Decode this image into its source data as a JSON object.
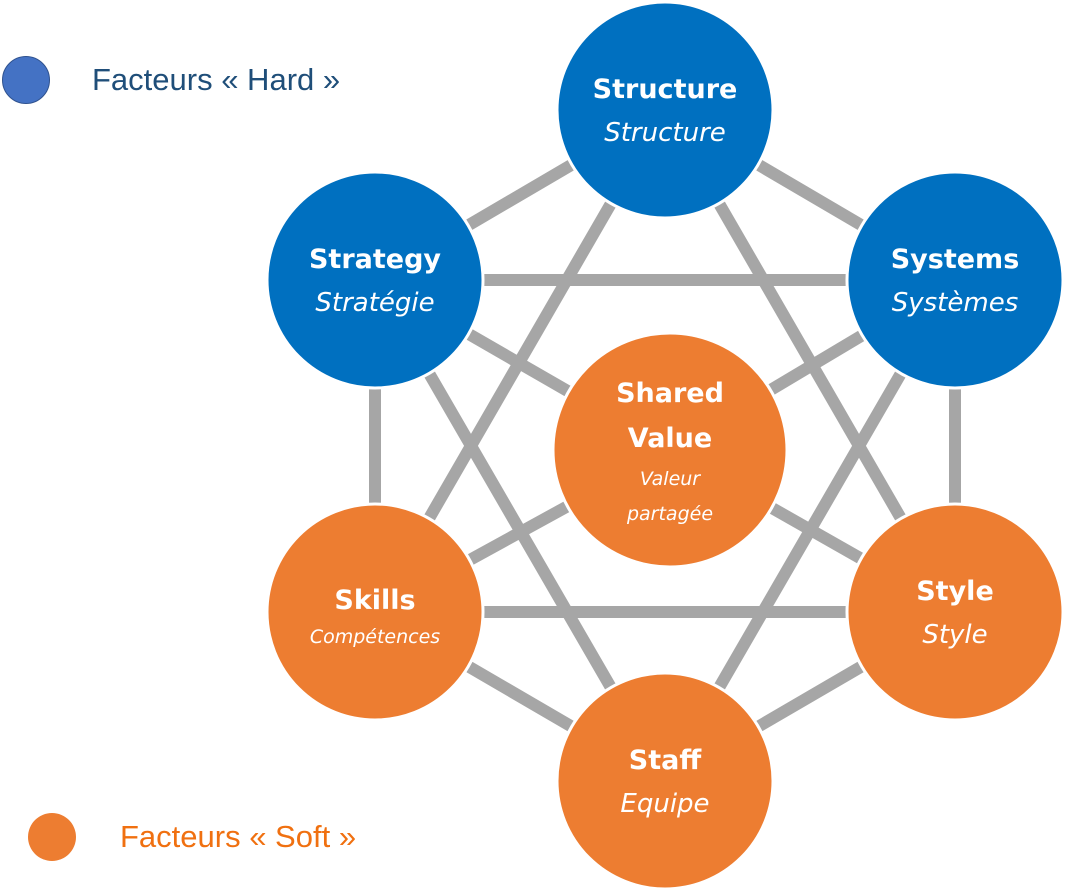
{
  "title": "McKinsey 7S Model",
  "legend": [
    {
      "label": "Facteurs « Hard »",
      "color": "#4472C4",
      "text_color": "#1F4E79"
    },
    {
      "label": "Facteurs « Soft »",
      "color": "#ED7D31",
      "text_color": "#F07010"
    }
  ],
  "colors": {
    "hard": "#0070C0",
    "soft": "#ED7D31",
    "connector": "#A6A6A6"
  },
  "nodes": [
    {
      "id": "structure",
      "type": "hard",
      "en": "Structure",
      "fr": "Structure"
    },
    {
      "id": "strategy",
      "type": "hard",
      "en": "Strategy",
      "fr": "Stratégie"
    },
    {
      "id": "systems",
      "type": "hard",
      "en": "Systems",
      "fr": "Systèmes"
    },
    {
      "id": "shared",
      "type": "soft",
      "en_lines": [
        "Shared",
        "Value"
      ],
      "fr_lines": [
        "Valeur",
        "partagée"
      ]
    },
    {
      "id": "skills",
      "type": "soft",
      "en": "Skills",
      "fr": "Compétences"
    },
    {
      "id": "style",
      "type": "soft",
      "en": "Style",
      "fr": "Style"
    },
    {
      "id": "staff",
      "type": "soft",
      "en": "Staff",
      "fr": "Equipe"
    }
  ],
  "connections": [
    [
      "structure",
      "strategy"
    ],
    [
      "structure",
      "systems"
    ],
    [
      "structure",
      "skills"
    ],
    [
      "structure",
      "style"
    ],
    [
      "strategy",
      "systems"
    ],
    [
      "strategy",
      "skills"
    ],
    [
      "strategy",
      "staff"
    ],
    [
      "strategy",
      "shared"
    ],
    [
      "systems",
      "style"
    ],
    [
      "systems",
      "staff"
    ],
    [
      "systems",
      "shared"
    ],
    [
      "skills",
      "style"
    ],
    [
      "skills",
      "staff"
    ],
    [
      "skills",
      "shared"
    ],
    [
      "style",
      "staff"
    ],
    [
      "style",
      "shared"
    ]
  ]
}
